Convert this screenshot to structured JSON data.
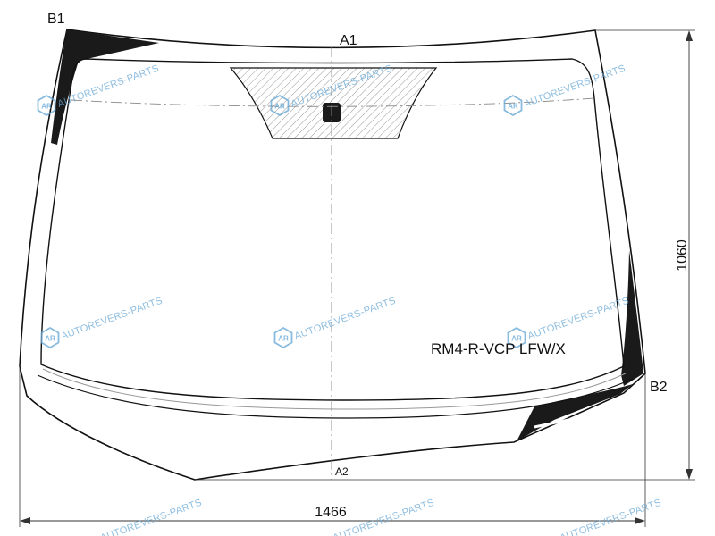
{
  "labels": {
    "b1": "B1",
    "b2": "B2",
    "a1": "A1",
    "a2": "A2",
    "part_code": "RM4-R-VCP LFW/X"
  },
  "dimensions": {
    "width": "1466",
    "height": "1060"
  },
  "watermark": {
    "text": "AUTOREVERS-PARTS",
    "logo_text": "AR",
    "color": "#6aa9d6"
  },
  "colors": {
    "outline": "#111111",
    "dark_band": "#1a1a1a",
    "dimension_line": "#333333",
    "hatch": "#9a9a9a",
    "center_line": "#888888"
  }
}
